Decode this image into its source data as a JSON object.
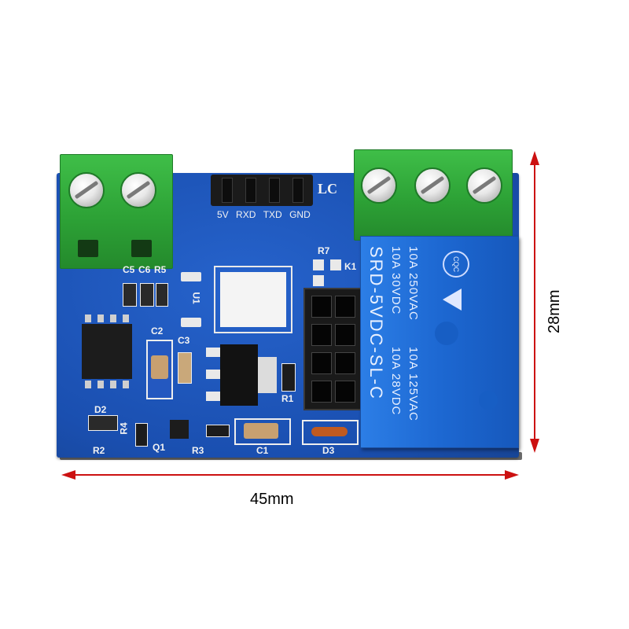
{
  "board": {
    "header_labels": [
      "5V",
      "RXD",
      "TXD",
      "GND"
    ],
    "brand_mark": "LC",
    "silkscreen": [
      "C5",
      "C6",
      "R5",
      "U1",
      "C2",
      "C3",
      "D2",
      "R4",
      "R2",
      "Q1",
      "R3",
      "C1",
      "D3",
      "R1",
      "R7",
      "K1"
    ]
  },
  "relay": {
    "model": "SRD-5VDC-SL-C",
    "ratings": [
      "10A 250VAC",
      "10A 30VDC",
      "10A 125VAC",
      "10A 28VDC"
    ],
    "logo": "CQC"
  },
  "dimensions": {
    "width_label": "45mm",
    "height_label": "28mm",
    "arrow_color": "#cc1111"
  }
}
